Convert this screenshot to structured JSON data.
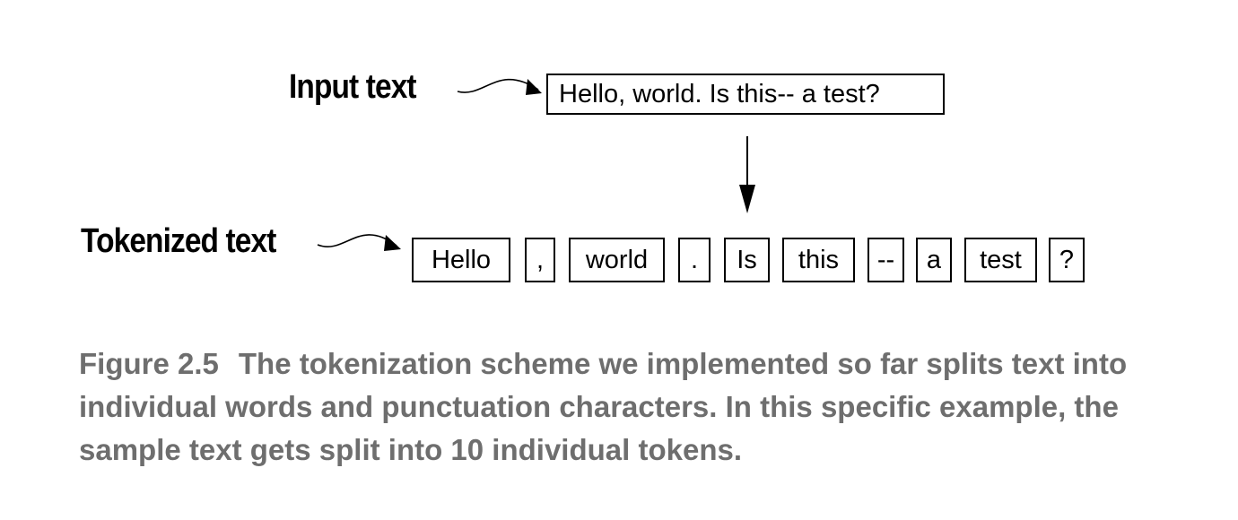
{
  "labels": {
    "input": "Input text",
    "tokenized": "Tokenized text"
  },
  "input_text": "Hello, world. Is this-- a test?",
  "tokens": [
    "Hello",
    ",",
    "world",
    ".",
    "Is",
    "this",
    "--",
    "a",
    "test",
    "?"
  ],
  "caption": {
    "figure_number": "Figure 2.5",
    "text": "The tokenization scheme we implemented so far splits text into individual words and punctuation characters. In this specific example, the sample text gets split into 10 individual tokens."
  }
}
